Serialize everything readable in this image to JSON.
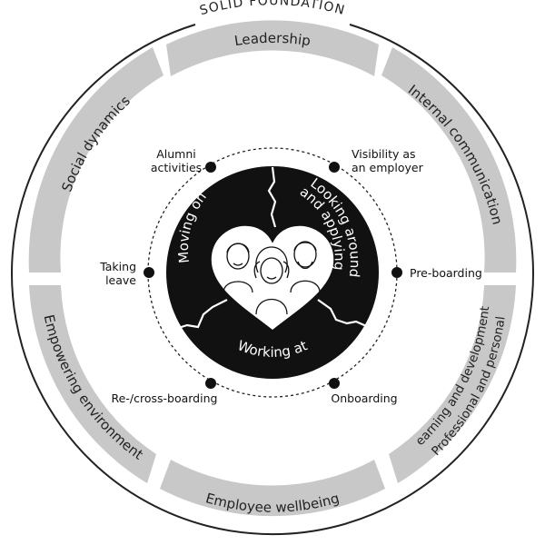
{
  "title": "SOLID FOUNDATION",
  "segments": {
    "leadership": "Leadership",
    "internal_communication": "Internal communication",
    "professional_development_line1": "Professional and personal",
    "professional_development_line2": "learning and development",
    "employee_wellbeing": "Employee wellbeing",
    "empowering_environment": "Empowering environment",
    "social_dynamics": "Social dynamics"
  },
  "milestones": {
    "alumni_line1": "Alumni",
    "alumni_line2": "activities",
    "visibility_line1": "Visibility as",
    "visibility_line2": "an employer",
    "taking_leave_line1": "Taking",
    "taking_leave_line2": "leave",
    "pre_boarding": "Pre-boarding",
    "re_cross_boarding": "Re-/cross-boarding",
    "onboarding": "Onboarding"
  },
  "phases": {
    "moving_on": "Moving on",
    "looking_line1": "Looking around",
    "looking_line2": "and applying",
    "working_at": "Working at"
  },
  "colors": {
    "ring_segment": "#c8c8c8",
    "outline": "#222222",
    "center_fill": "#111111",
    "heart_fill": "#ffffff"
  },
  "icons": [
    "heart-icon",
    "people-icon"
  ]
}
